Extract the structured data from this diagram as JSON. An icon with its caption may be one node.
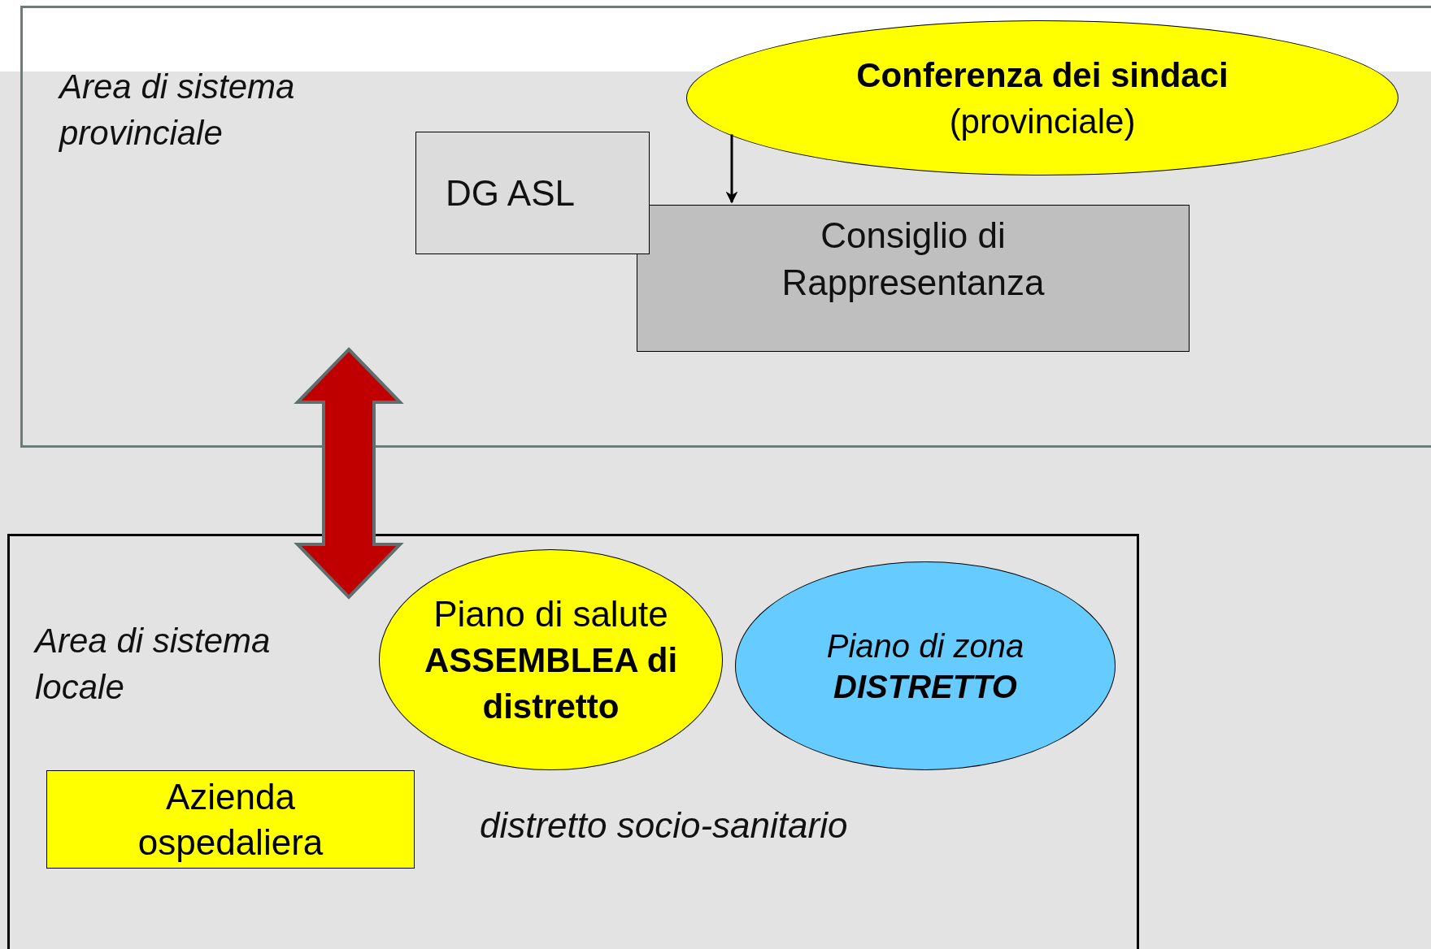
{
  "diagram": {
    "nodes": [
      {
        "text": [
          "Area di sistema provinciale"
        ]
      },
      {
        "text": [
          "DG ASL"
        ],
        "in": 0
      },
      {
        "text": [
          "Consiglio di Rappresentanza"
        ],
        "in": 0
      },
      {
        "text": [
          "Conferenza dei sindaci",
          "(provinciale)"
        ],
        "in": 0
      },
      {
        "text": [
          "Area di sistema locale",
          "distretto socio-sanitario"
        ]
      },
      {
        "text": [
          "Piano di salute",
          "ASSEMBLEA di distretto"
        ],
        "in": 4
      },
      {
        "text": [
          "Piano di zona",
          "DISTRETTO"
        ],
        "in": 4
      },
      {
        "text": [
          "Azienda ospedaliera"
        ],
        "in": 4
      }
    ],
    "edges": [
      {
        "from": 3,
        "to": 2,
        "arrow": "to"
      },
      {
        "from": 0,
        "to": 4,
        "arrow": "both",
        "style": "thick",
        "color": "#c00000"
      }
    ]
  }
}
